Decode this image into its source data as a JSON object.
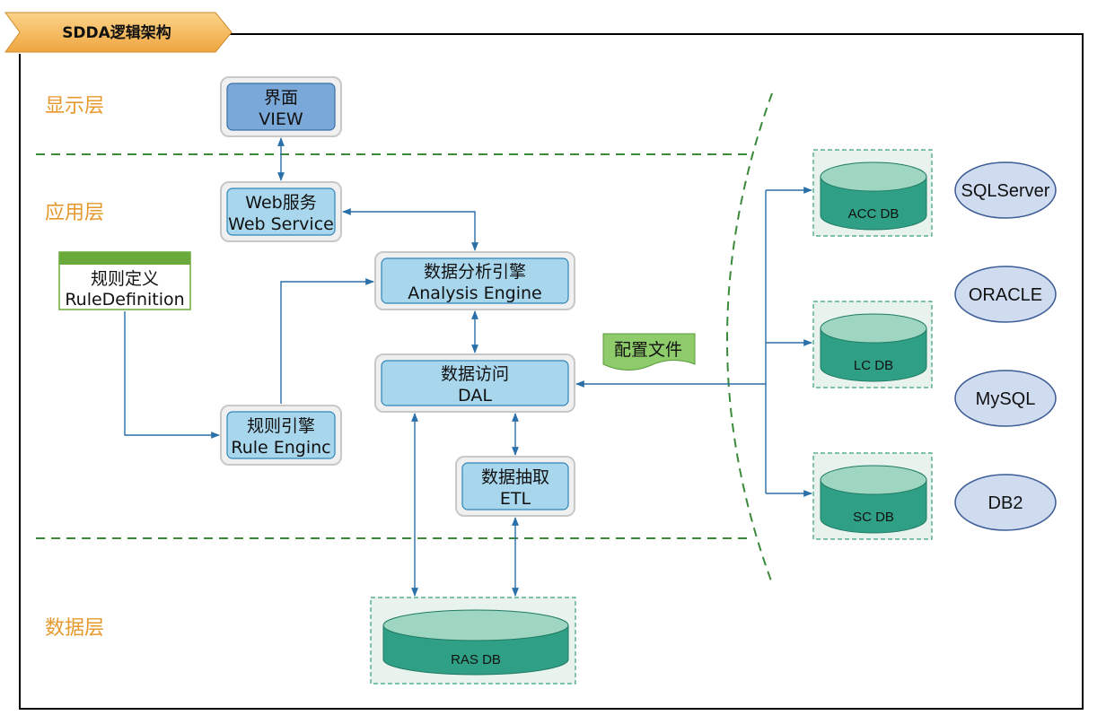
{
  "title": "SDDA逻辑架构",
  "layers": {
    "display": "显示层",
    "application": "应用层",
    "data": "数据层"
  },
  "boxes": {
    "view": {
      "line1": "界面",
      "line2": "VIEW"
    },
    "web_service": {
      "line1": "Web服务",
      "line2": "Web Service"
    },
    "analysis_engine": {
      "line1": "数据分析引擎",
      "line2": "Analysis Engine"
    },
    "rule_definition": {
      "line1": "规则定义",
      "line2": "RuleDefinition"
    },
    "rule_engine": {
      "line1": "规则引擎",
      "line2": "Rule Enginc"
    },
    "dal": {
      "line1": "数据访问",
      "line2": "DAL"
    },
    "etl": {
      "line1": "数据抽取",
      "line2": "ETL"
    }
  },
  "config_file": "配置文件",
  "databases": {
    "acc": "ACC DB",
    "lc": "LC DB",
    "sc": "SC DB",
    "ras": "RAS DB"
  },
  "vendors": [
    "SQLServer",
    "ORACLE",
    "MySQL",
    "DB2"
  ],
  "colors": {
    "layer_label": "#e69a2e",
    "arrow": "#2a6fa8",
    "dashed_divider": "#3a8a3a",
    "db_teal": "#2fa085",
    "box_fill": "#a8d6ec",
    "view_fill": "#7aa8d8",
    "title_banner": "#f5b85a",
    "rule_header": "#6aaa3a",
    "config_fill": "#8ecb6a",
    "vendor_fill": "#cfdcf0"
  }
}
